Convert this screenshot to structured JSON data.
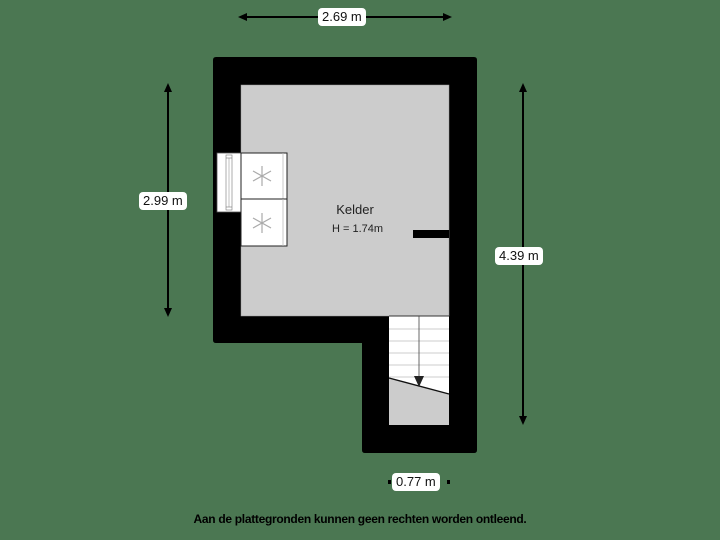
{
  "floorplan": {
    "background_color": "#4b7752",
    "wall_color": "#000000",
    "floor_color": "#cccccc",
    "rooms": [
      {
        "name": "Kelder",
        "height_label": "H = 1.74m"
      }
    ],
    "dimensions": {
      "top_width": "2.69 m",
      "left_height": "2.99 m",
      "right_height": "4.39 m",
      "bottom_width": "0.77 m"
    },
    "fixtures": [
      {
        "type": "window-icon"
      },
      {
        "type": "washing-machine-icon"
      },
      {
        "type": "dryer-icon"
      },
      {
        "type": "staircase-icon",
        "direction": "down"
      }
    ],
    "disclaimer": "Aan de plattegronden kunnen geen rechten worden ontleend."
  }
}
